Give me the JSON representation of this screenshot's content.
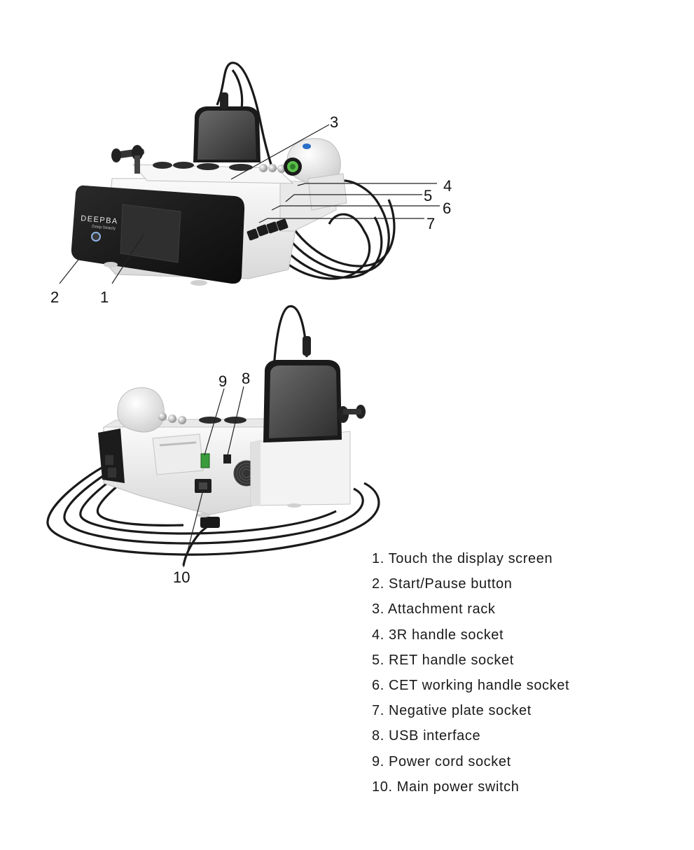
{
  "brand": {
    "name": "DEEPBA",
    "tagline": "Deep beauty"
  },
  "callouts": {
    "c1": "1",
    "c2": "2",
    "c3": "3",
    "c4": "4",
    "c5": "5",
    "c6": "6",
    "c7": "7",
    "c8": "8",
    "c9": "9",
    "c10": "10"
  },
  "legend": [
    "1. Touch the display screen",
    "2. Start/Pause button",
    "3. Attachment rack",
    "4. 3R handle socket",
    "5. RET handle socket",
    "6. CET working handle socket",
    "7. Negative plate socket",
    "8. USB interface",
    "9. Power cord socket",
    "10. Main power switch"
  ],
  "colors": {
    "device_body": "#f2f2f2",
    "front_panel": "#1c1c1c",
    "plate": "#4a4a4a",
    "cable": "#1a1a1a",
    "switch": "#3a9b3a",
    "indicator": "#2a6fc7"
  }
}
